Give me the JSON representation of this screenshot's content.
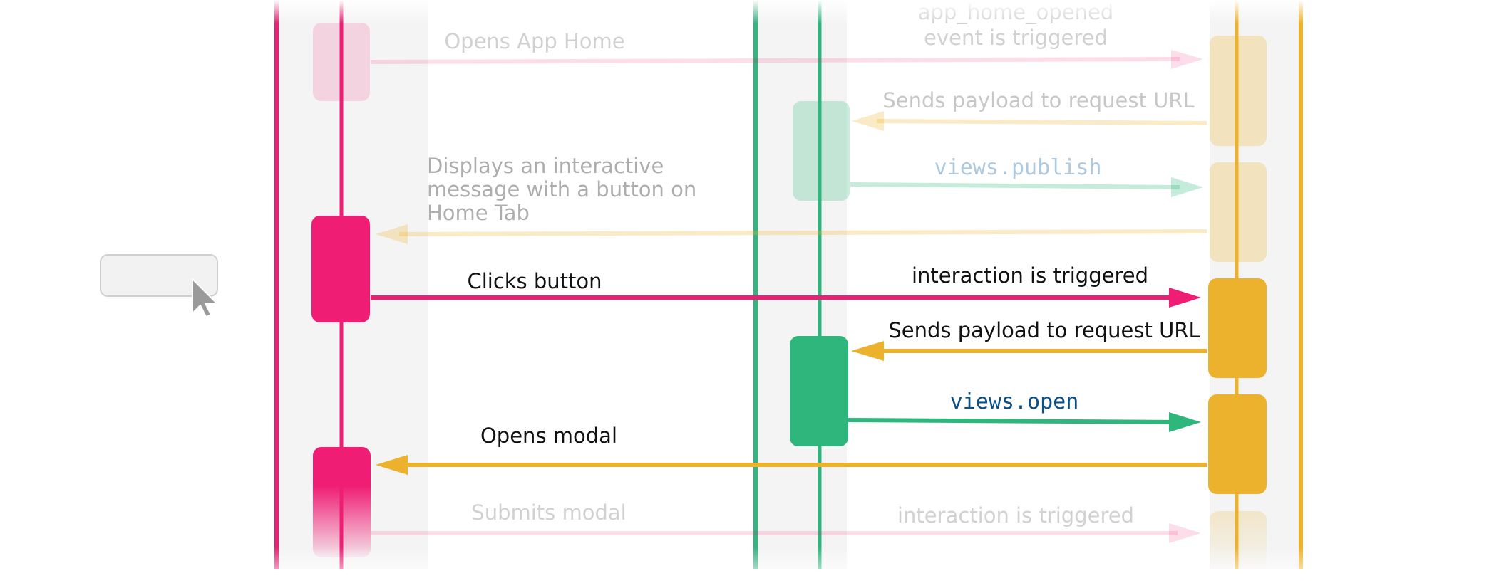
{
  "colors": {
    "user": "#ef1d73",
    "slack": "#2eb67d",
    "app": "#ecb22e",
    "text": "#111111",
    "faded_text": "#b9b9b9",
    "code_text": "#1264a3"
  },
  "messages": [
    {
      "id": "opens-app-home",
      "label": "Opens App Home",
      "faded": true
    },
    {
      "id": "app-home-opened-event",
      "label_line1": "app_home_opened",
      "label_line2": "event is triggered",
      "faded": true
    },
    {
      "id": "sends-payload-1",
      "label": "Sends payload to request URL",
      "faded": true
    },
    {
      "id": "views-publish",
      "label": "views.publish",
      "faded": true
    },
    {
      "id": "displays-message",
      "label_line1": "Displays an interactive",
      "label_line2": "message with a button on",
      "label_line3": "Home Tab",
      "faded": true
    },
    {
      "id": "clicks-button",
      "label": "Clicks button",
      "faded": false
    },
    {
      "id": "interaction-triggered-1",
      "label": "interaction is triggered",
      "faded": false
    },
    {
      "id": "sends-payload-2",
      "label": "Sends payload to request URL",
      "faded": false
    },
    {
      "id": "views-open",
      "label": "views.open",
      "faded": false
    },
    {
      "id": "opens-modal",
      "label": "Opens modal",
      "faded": false
    },
    {
      "id": "submits-modal",
      "label": "Submits modal",
      "faded": true
    },
    {
      "id": "interaction-triggered-2",
      "label": "interaction is triggered",
      "faded": true
    }
  ],
  "ui_button": {
    "label": ""
  }
}
